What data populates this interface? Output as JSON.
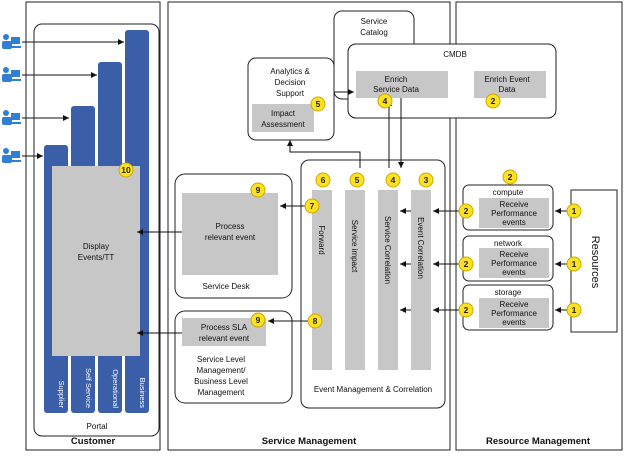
{
  "sections": {
    "customer": "Customer",
    "service_management": "Service Management",
    "resource_management": "Resource Management"
  },
  "portal": {
    "label": "Portal",
    "display_label": [
      "Display",
      "Events/TT"
    ],
    "badge": "10",
    "bars": [
      "Supplier",
      "Self Service",
      "Operational",
      "Business"
    ]
  },
  "service_catalog": [
    "Service",
    "Catalog"
  ],
  "cmdb": {
    "title": "CMDB",
    "enrich_service": [
      "Enrich",
      "Service Data"
    ],
    "enrich_service_badge": "4",
    "enrich_event": [
      "Enrich Event",
      "Data"
    ],
    "enrich_event_badge": "2"
  },
  "analytics": {
    "label": [
      "Analytics &",
      "Decision",
      "Support"
    ],
    "impact": [
      "Impact",
      "Assessment"
    ],
    "impact_badge": "5"
  },
  "service_desk": {
    "label": "Service Desk",
    "process": [
      "Process",
      "relevant event"
    ],
    "badge": "9"
  },
  "slm": {
    "process": [
      "Process SLA",
      "relevant event"
    ],
    "badge": "9",
    "label": [
      "Service Level",
      "Management/",
      "Business Level",
      "Management"
    ]
  },
  "event_mgmt": {
    "label": "Event Management & Correlation",
    "columns": [
      {
        "label": "Forward",
        "badge": "6"
      },
      {
        "label": "Service impact",
        "badge": "5"
      },
      {
        "label": "Service Correlation",
        "badge": "4"
      },
      {
        "label": "Event Correlation",
        "badge": "3"
      }
    ],
    "badge_7": "7",
    "badge_8": "8"
  },
  "resources": {
    "label": "Resources",
    "top_badge": "2",
    "receive": [
      "Receive",
      "Performance",
      "events"
    ],
    "items": [
      {
        "name": "compute",
        "badge_in": "2",
        "badge_out": "1"
      },
      {
        "name": "network",
        "badge_in": "2",
        "badge_out": "1"
      },
      {
        "name": "storage",
        "badge_in": "2",
        "badge_out": "1"
      }
    ]
  },
  "colors": {
    "bar_blue": "#3a5ea8",
    "box_gray": "#c7c7c7",
    "badge_yellow": "#ffe21f",
    "badge_ring": "#c9a800",
    "user_icon": "#2f7fd6"
  }
}
